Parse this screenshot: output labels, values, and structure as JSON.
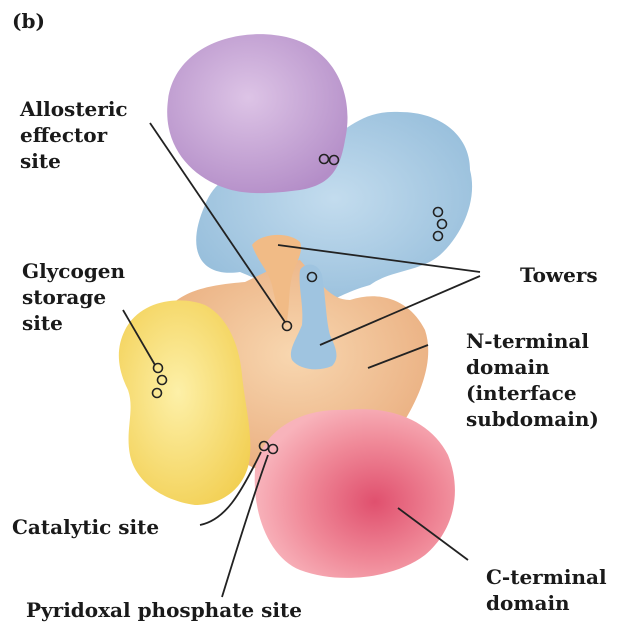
{
  "panel_label": "(b)",
  "labels": {
    "allosteric": [
      "Allosteric",
      "effector",
      "site"
    ],
    "glycogen": [
      "Glycogen",
      "storage",
      "site"
    ],
    "towers": "Towers",
    "n_terminal": [
      "N-terminal",
      "domain",
      "(interface",
      "subdomain)"
    ],
    "catalytic": "Catalytic site",
    "pyridoxal": "Pyridoxal phosphate site",
    "c_terminal": [
      "C-terminal",
      "domain"
    ]
  },
  "colors": {
    "purple_domain": "#c9a8d6",
    "blue_domain": "#a9cce3",
    "yellow_domain": "#f9e27a",
    "orange_domain": "#f3c08e",
    "pink_domain": "#ec7f90",
    "label_text": "#1a1a1a"
  }
}
